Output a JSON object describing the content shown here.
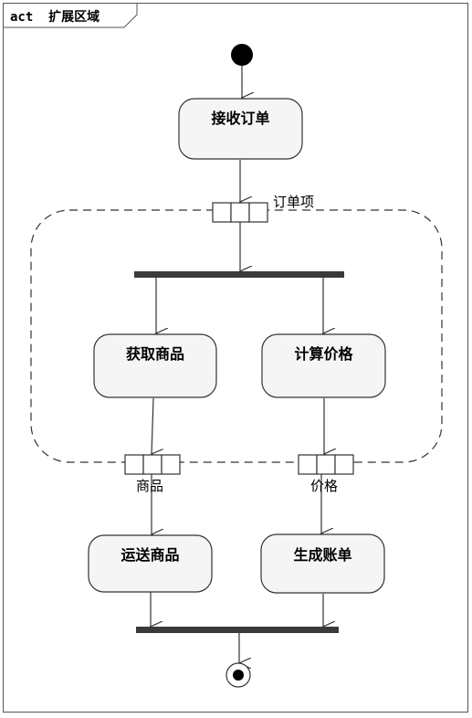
{
  "frame": {
    "kind": "act",
    "title": "扩展区域"
  },
  "region": {
    "input_pin_label": "订单项"
  },
  "actions": {
    "receive_order": "接收订单",
    "get_goods": "获取商品",
    "calc_price": "计算价格",
    "ship_goods": "运送商品",
    "make_bill": "生成账单"
  },
  "pins": {
    "goods": "商品",
    "price": "价格"
  },
  "colors": {
    "line": "#333333",
    "bar": "#3a3a3a",
    "node_fill": "#f5f5f5"
  }
}
